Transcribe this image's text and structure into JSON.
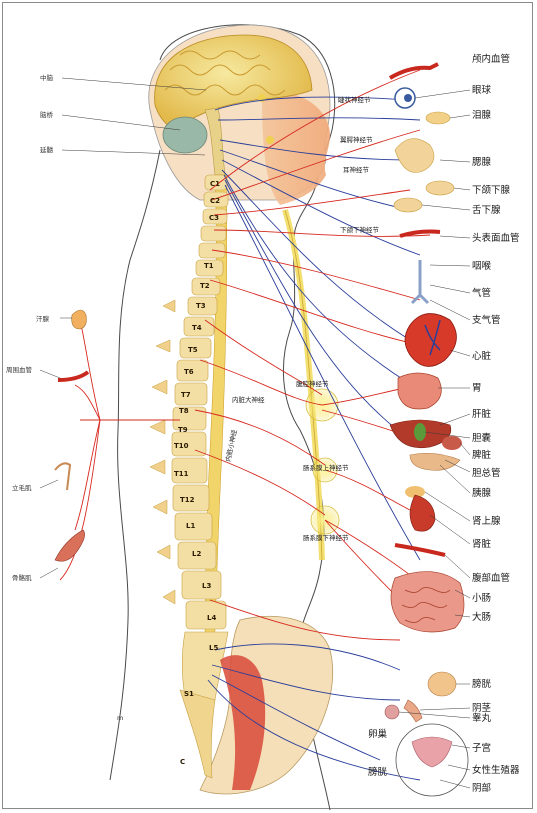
{
  "organs_right": [
    "颅内血管",
    "眼球",
    "泪腺",
    "腮腺",
    "下颌下腺",
    "舌下腺",
    "头表面血管",
    "咽喉",
    "气管",
    "支气管",
    "心脏",
    "胃",
    "肝脏",
    "胆囊",
    "脾脏",
    "胆总管",
    "胰腺",
    "肾上腺",
    "肾脏",
    "腹部血管",
    "小肠",
    "大肠",
    "膀胱",
    "阴茎",
    "睾丸",
    "子宫",
    "女性生殖器",
    "阴部"
  ],
  "organs_right_lower": {
    "ovary": "卵巢",
    "bladder2": "膀胱"
  },
  "labels_left": [
    "中脑",
    "脑桥",
    "延髓"
  ],
  "peripheral_left": [
    "汗腺",
    "周围血管",
    "立毛肌",
    "骨骼肌"
  ],
  "ganglia": [
    "睫状神经节",
    "翼腭神经节",
    "耳神经节",
    "下颌下神经节",
    "腹腔神经节",
    "内脏大神经",
    "内脏小神经",
    "肠系膜上神经节",
    "肠系膜下神经节"
  ],
  "vertebrae": [
    "C1",
    "C2",
    "C3",
    "T1",
    "T2",
    "T3",
    "T4",
    "T5",
    "T6",
    "T7",
    "T8",
    "T9",
    "T10",
    "T11",
    "T12",
    "L1",
    "L2",
    "L3",
    "L4",
    "L5",
    "S1",
    "C"
  ],
  "spine_side_label": "m"
}
